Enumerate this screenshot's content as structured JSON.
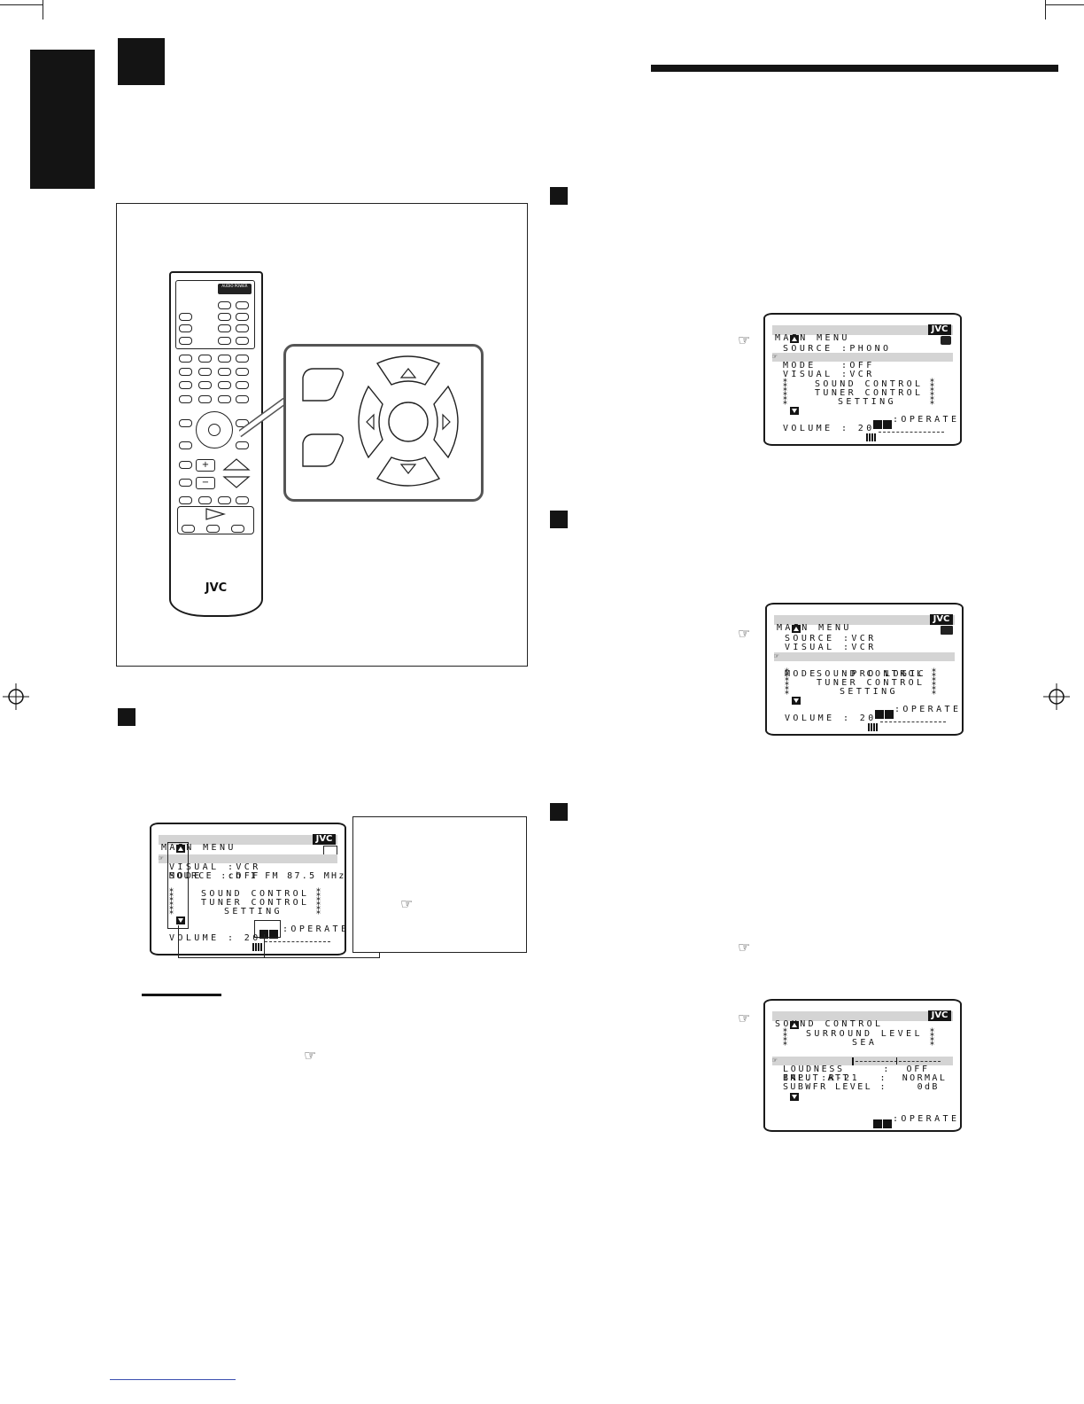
{
  "remote": {
    "brand": "JVC",
    "power_label": "AUDIO POWER"
  },
  "screen_top": {
    "title": "MAIN MENU",
    "brand": "JVC",
    "lines": [
      "SOURCE :PHONO",
      "VISUAL :VCR",
      "MODE   :OFF",
      "SOUND CONTROL",
      "TUNER CONTROL",
      "SETTING"
    ],
    "operate": ":OPERATE",
    "volume": "VOLUME : 20"
  },
  "screen_mid": {
    "title": "MAIN MENU",
    "brand": "JVC",
    "lines": [
      "SOURCE :VCR",
      "VISUAL :VCR",
      "MODE   :PRO LOGIC",
      "SOUND CONTROL",
      "TUNER CONTROL",
      "SETTING"
    ],
    "operate": ":OPERATE",
    "volume": "VOLUME : 20"
  },
  "screen_left": {
    "title": "MAIN MENU",
    "brand": "JVC",
    "lines": [
      "SOURCE :ch 1 FM 87.5 MHz",
      "VISUAL :VCR",
      "MODE   :OFF",
      "SOUND CONTROL",
      "TUNER CONTROL",
      "SETTING"
    ],
    "operate": ":OPERATE",
    "volume": "VOLUME : 20"
  },
  "screen_sound": {
    "title": "SOUND CONTROL",
    "brand": "JVC",
    "lines": [
      "SURROUND LEVEL",
      "SEA",
      "BAL. :R-21",
      "LOUDNESS     :  OFF",
      "INPUT ATT    :  NORMAL",
      "SUBWFR LEVEL :    0dB"
    ],
    "operate": ":OPERATE"
  }
}
